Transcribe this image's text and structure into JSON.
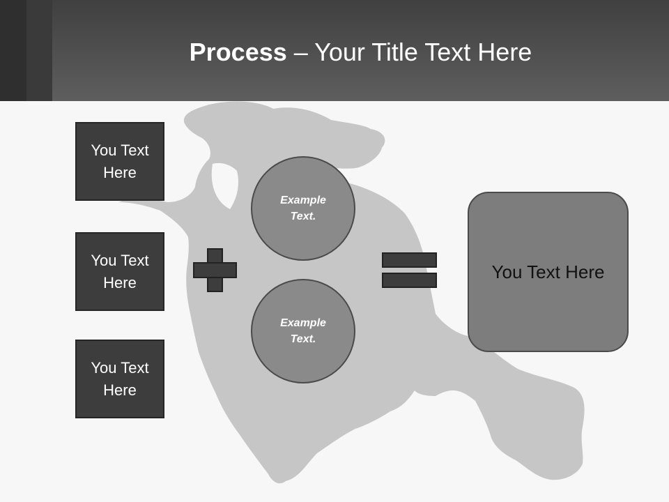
{
  "header": {
    "title_bold": "Process",
    "title_rest": " – Your Title Text Here"
  },
  "inputs": [
    {
      "text": "You Text Here"
    },
    {
      "text": "You Text Here"
    },
    {
      "text": "You Text Here"
    }
  ],
  "circles": [
    {
      "text": "Example Text."
    },
    {
      "text": "Example Text."
    }
  ],
  "result": {
    "text": "You Text Here"
  },
  "colors": {
    "header": "#4f4f4f",
    "background": "#f7f7f7",
    "box": "#3d3d3d",
    "circle": "#8a8a8a",
    "result": "#7d7d7d",
    "map": "#c6c6c6"
  },
  "icons": {
    "plus": "plus-icon",
    "equals": "equals-icon",
    "map": "india-map-silhouette"
  }
}
